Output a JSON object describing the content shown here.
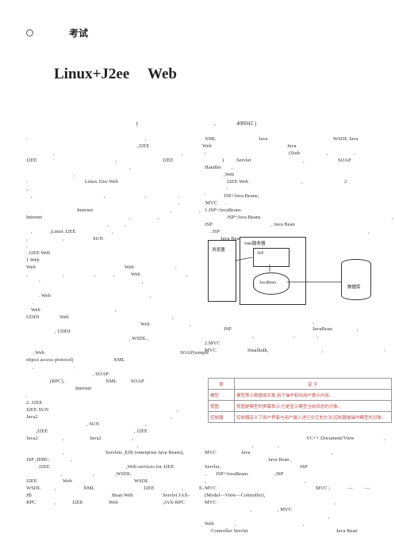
{
  "header": {
    "badge": "考试",
    "title_left": "Linux+J2ee",
    "title_right": "Web"
  },
  "affiliation": {
    "open": "(",
    "comma": ",",
    "zip": "400042 )"
  },
  "left_col": [
    [
      [
        0,
        ":"
      ],
      [
        150,
        ","
      ]
    ],
    [
      [
        140,
        ",J2EE"
      ],
      [
        222,
        "Web"
      ]
    ],
    [
      [
        34,
        ","
      ],
      [
        196,
        ","
      ]
    ],
    [
      [
        0,
        "J2EE"
      ],
      [
        112,
        ","
      ],
      [
        172,
        "J2EE"
      ]
    ],
    [
      [
        130,
        ","
      ]
    ],
    [
      [
        60,
        ","
      ]
    ],
    [
      [
        0,
        ":"
      ],
      [
        74,
        "Linux J2ee Web"
      ]
    ],
    [
      [
        0,
        "、"
      ]
    ],
    [
      [
        6,
        ","
      ],
      [
        98,
        ","
      ],
      [
        150,
        ","
      ],
      [
        192,
        ","
      ]
    ],
    [
      [
        192,
        ","
      ]
    ],
    [
      [
        64,
        "Internet"
      ],
      [
        182,
        ","
      ],
      [
        218,
        ","
      ]
    ],
    [
      [
        0,
        "Internet"
      ],
      [
        130,
        ","
      ],
      [
        166,
        ","
      ]
    ],
    [
      [
        102,
        ","
      ],
      [
        124,
        ","
      ]
    ],
    [
      [
        6,
        ","
      ],
      [
        30,
        ",Linux J2EE"
      ],
      [
        108,
        ","
      ]
    ],
    [
      [
        0,
        ","
      ],
      [
        46,
        ","
      ],
      [
        84,
        "SUN"
      ]
    ],
    [
      [
        0,
        "."
      ]
    ],
    [
      [
        0,
        ". J2EE Web"
      ]
    ],
    [
      [
        0,
        "1.Web"
      ]
    ],
    [
      [
        0,
        "Web"
      ],
      [
        124,
        "Web"
      ],
      [
        188,
        ","
      ]
    ],
    [
      [
        0,
        ","
      ],
      [
        46,
        ","
      ],
      [
        86,
        ","
      ],
      [
        110,
        ","
      ],
      [
        132,
        "Web"
      ],
      [
        202,
        ","
      ]
    ],
    [
      [
        16,
        ":"
      ],
      [
        146,
        ","
      ]
    ],
    [],
    [
      [
        16,
        ". Web"
      ],
      [
        156,
        ","
      ]
    ],
    [
      [
        8,
        "."
      ]
    ],
    [
      [
        6,
        "Web"
      ],
      [
        112,
        ","
      ]
    ],
    [
      [
        0,
        "UDDI"
      ],
      [
        42,
        "Web"
      ],
      [
        184,
        ","
      ]
    ],
    [
      [
        144,
        "Web"
      ],
      [
        206,
        ","
      ]
    ],
    [
      [
        36,
        ", UDDI"
      ]
    ],
    [
      [
        130,
        ", WSDL ,"
      ]
    ],
    [],
    [
      [
        8,
        ". Web"
      ],
      [
        194,
        "SOAP(simple"
      ]
    ],
    [
      [
        0,
        "object access protocol)"
      ],
      [
        110,
        "XML"
      ]
    ],
    [
      [
        8,
        ","
      ],
      [
        60,
        "."
      ]
    ],
    [
      [
        84,
        ", SOAP"
      ]
    ],
    [
      [
        30,
        "(RPC),"
      ],
      [
        100,
        "XML"
      ],
      [
        132,
        "SOAP"
      ]
    ],
    [
      [
        62,
        "Internet"
      ]
    ],
    [
      [
        0,
        "."
      ]
    ],
    [
      [
        0,
        "2. J2EE"
      ]
    ],
    [
      [
        0,
        "J2EE SUN"
      ],
      [
        190,
        ","
      ]
    ],
    [
      [
        0,
        "Java2"
      ],
      [
        182,
        ","
      ]
    ],
    [
      [
        76,
        ", SUN"
      ],
      [
        150,
        ","
      ]
    ],
    [
      [
        12,
        ",J2EE"
      ],
      [
        136,
        ", J2EE"
      ]
    ],
    [
      [
        0,
        "Java2"
      ],
      [
        46,
        ","
      ],
      [
        80,
        "Java2"
      ],
      [
        134,
        ","
      ]
    ],
    [
      [
        140,
        ","
      ]
    ],
    [
      [
        46,
        ","
      ],
      [
        100,
        "Servlets ,EJB (enterprise Java Beans),"
      ]
    ],
    [
      [
        0,
        "JSP ,JDBC"
      ],
      [
        56,
        ","
      ]
    ],
    [
      [
        16,
        "J2EE"
      ],
      [
        126,
        ",Web services for J2EE"
      ]
    ],
    [
      [
        44,
        ","
      ],
      [
        84,
        ","
      ],
      [
        112,
        ",WSDL"
      ],
      [
        226,
        ","
      ]
    ],
    [
      [
        0,
        "J2EE"
      ],
      [
        46,
        "Web"
      ],
      [
        136,
        "WSDL"
      ],
      [
        226,
        ","
      ]
    ],
    [
      [
        0,
        "WSDL"
      ],
      [
        36,
        ","
      ],
      [
        72,
        "XML"
      ],
      [
        148,
        "J2EE"
      ],
      [
        196,
        ","
      ],
      [
        218,
        "E-"
      ]
    ],
    [
      [
        0,
        "JB"
      ],
      [
        108,
        "Bean Web"
      ],
      [
        172,
        "Servlet JAX-"
      ]
    ],
    [
      [
        0,
        "RPC"
      ],
      [
        36,
        ","
      ],
      [
        58,
        "J2EE"
      ],
      [
        104,
        "Web"
      ],
      [
        172,
        ",JAX-RPC"
      ]
    ]
  ],
  "right_col_top": [
    [
      [
        0,
        "XML"
      ],
      [
        68,
        "Java"
      ],
      [
        162,
        "WSDL Java"
      ]
    ],
    [
      [
        104,
        "Java"
      ]
    ],
    [
      [
        0,
        ";"
      ],
      [
        106,
        "(Stub"
      ],
      [
        154,
        ","
      ],
      [
        188,
        ","
      ]
    ],
    [
      [
        22,
        ")"
      ],
      [
        40,
        "Servlet"
      ],
      [
        124,
        ","
      ],
      [
        168,
        "SOAP"
      ]
    ],
    [
      [
        0,
        "Handler"
      ],
      [
        34,
        ","
      ]
    ],
    [
      [
        24,
        ",Web"
      ]
    ],
    [
      [
        28,
        "J2EE Web"
      ],
      [
        122,
        ","
      ],
      [
        176,
        "2"
      ]
    ],
    [
      [
        28,
        ":"
      ]
    ],
    [
      [
        0,
        "'"
      ],
      [
        24,
        "JSP+Java Beans;"
      ]
    ],
    [
      [
        0,
        "'MVC"
      ],
      [
        26,
        "."
      ]
    ],
    [
      [
        0,
        "1.JSP+JavaBeans"
      ]
    ],
    [
      [
        28,
        "JSP+Java Beans"
      ],
      [
        236,
        ","
      ]
    ],
    [
      [
        0,
        "JSP"
      ],
      [
        84,
        ", Java Bean"
      ]
    ],
    [
      [
        6,
        ". JSP"
      ],
      [
        206,
        ","
      ]
    ],
    [
      [
        20,
        "Java Bean"
      ],
      [
        84,
        ","
      ],
      [
        122,
        ":"
      ]
    ]
  ],
  "right_col_mid": [
    [
      [
        136,
        ","
      ]
    ],
    [
      [
        24,
        "JSP"
      ],
      [
        136,
        "JavaBean"
      ],
      [
        192,
        ","
      ]
    ],
    [
      [
        60,
        ","
      ],
      [
        112,
        ","
      ],
      [
        142,
        ","
      ]
    ],
    [
      [
        0,
        "2.MVC"
      ]
    ],
    [
      [
        0,
        "MVC"
      ],
      [
        54,
        "Smalltalk,"
      ],
      [
        148,
        ","
      ],
      [
        226,
        ":"
      ]
    ]
  ],
  "right_col_bot": [
    [
      [
        128,
        "VC++ Document/View"
      ],
      [
        226,
        ","
      ]
    ],
    [
      [
        60,
        ","
      ],
      [
        92,
        ","
      ]
    ],
    [
      [
        0,
        "MVC"
      ],
      [
        46,
        "Java"
      ],
      [
        160,
        ","
      ]
    ],
    [
      [
        80,
        "Java Bean ,"
      ]
    ],
    [
      [
        0,
        "Servlet,"
      ],
      [
        120,
        "JSP"
      ]
    ],
    [
      [
        14,
        "JSP+JavaBeans"
      ],
      [
        88,
        ",JSP"
      ]
    ],
    [
      [
        126,
        ","
      ]
    ],
    [
      [
        0,
        "MVC"
      ],
      [
        140,
        "MVC ;"
      ],
      [
        180,
        "—"
      ],
      [
        202,
        "—"
      ]
    ],
    [
      [
        0,
        "(Model—View—Controller),"
      ]
    ],
    [
      [
        0,
        "MVC"
      ],
      [
        164,
        ","
      ]
    ],
    [
      [
        58,
        ","
      ],
      [
        92,
        ", MVC"
      ]
    ],
    [
      [
        156,
        ","
      ]
    ],
    [
      [
        0,
        "Web"
      ],
      [
        38,
        ","
      ],
      [
        124,
        ","
      ]
    ],
    [
      [
        8,
        "Controller Servlet"
      ],
      [
        166,
        "Java Bean"
      ]
    ]
  ],
  "figure": {
    "browser": "浏览器",
    "web_server": "Web服务器",
    "jsp": "JSP",
    "javabean": "JavaBean",
    "database": "数据库"
  },
  "table": {
    "headers": [
      "类",
      "定 义"
    ],
    "rows": [
      [
        "模型",
        "模型表示数据或对象,用于操作和向用户展示内容。"
      ],
      [
        "视图",
        "视图是模型的屏幕表示,它是显示模型当前状态的对象。"
      ],
      [
        "控制器",
        "控制器定义了用户界面与用户输入进行交互的方法;控制器是操作模型的对象。"
      ]
    ]
  }
}
